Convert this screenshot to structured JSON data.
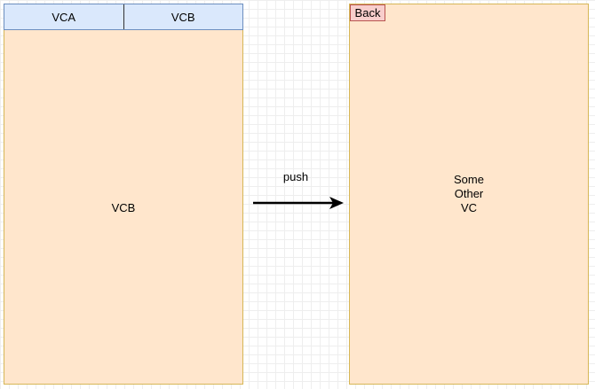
{
  "left_screen": {
    "tabs": [
      {
        "label": "VCA"
      },
      {
        "label": "VCB"
      }
    ],
    "content_label": "VCB"
  },
  "transition": {
    "label": "push"
  },
  "right_screen": {
    "back_label": "Back",
    "content_lines": [
      "Some",
      "Other",
      "VC"
    ]
  },
  "colors": {
    "screen_fill": "#ffe6cc",
    "screen_border": "#d6b656",
    "tab_fill": "#dae8fc",
    "tab_border": "#6c8ebf",
    "back_fill": "#f8cecc",
    "back_border": "#b85450",
    "arrow": "#000000"
  },
  "icons": {
    "arrow": "arrow-right-icon"
  }
}
